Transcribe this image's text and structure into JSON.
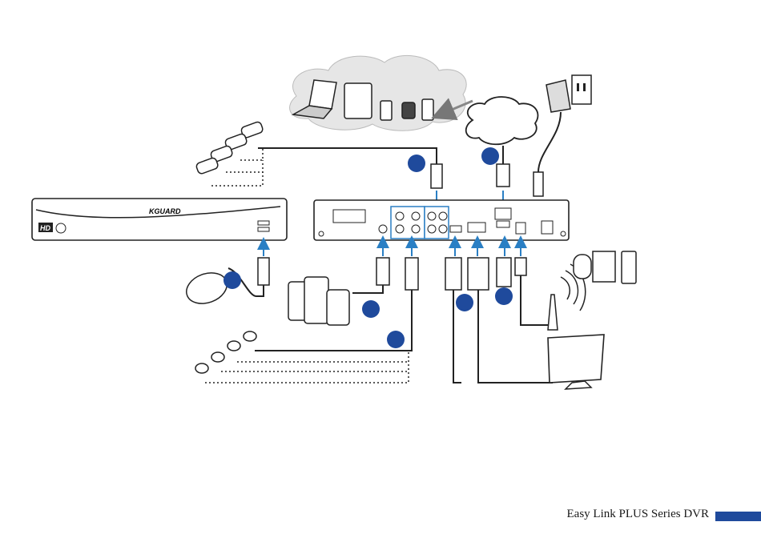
{
  "footer": {
    "title": "Easy Link PLUS Series DVR"
  },
  "dvr_front": {
    "brand": "KGUARD",
    "badge": "HD"
  },
  "colors": {
    "accent": "#1f4a9c",
    "arrow": "#2a7fc4",
    "line": "#1a1a1a"
  },
  "devices": {
    "cloud_group": [
      "laptop",
      "tablet",
      "phone",
      "phone",
      "phone"
    ],
    "peripherals": [
      "mouse",
      "speakers",
      "cameras",
      "router-antenna",
      "monitor",
      "sensors",
      "power-adapter"
    ]
  }
}
